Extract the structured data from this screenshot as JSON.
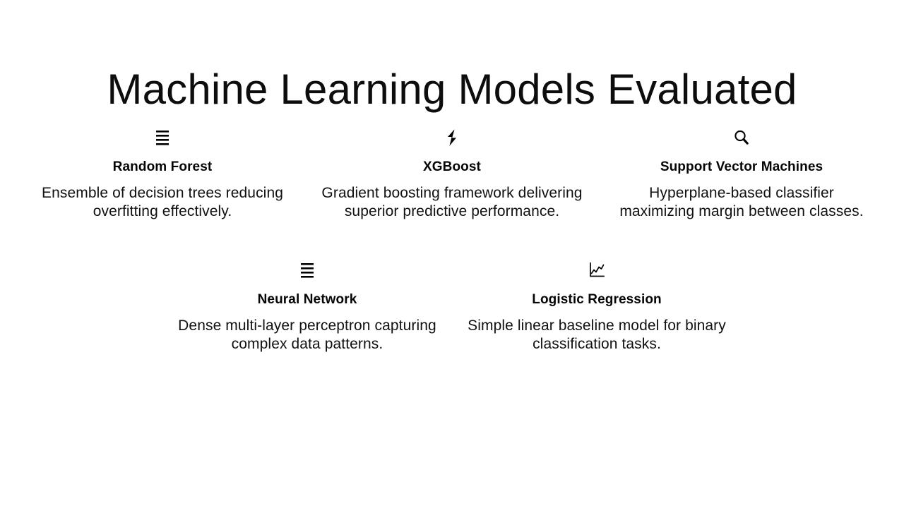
{
  "slide": {
    "title": "Machine Learning Models Evaluated",
    "background_color": "#ffffff",
    "text_color": "#111111"
  },
  "cards": [
    {
      "icon": "list-lines-icon",
      "title": "Random Forest",
      "description": "Ensemble of decision trees reducing overfitting effectively."
    },
    {
      "icon": "lightning-bolt-icon",
      "title": "XGBoost",
      "description": "Gradient boosting framework delivering superior predictive performance."
    },
    {
      "icon": "magnifying-glass-icon",
      "title": "Support Vector Machines",
      "description": "Hyperplane-based classifier maximizing margin between classes."
    },
    {
      "icon": "list-lines-icon",
      "title": "Neural Network",
      "description": "Dense multi-layer perceptron capturing complex data patterns."
    },
    {
      "icon": "line-chart-icon",
      "title": "Logistic Regression",
      "description": "Simple linear baseline model for binary classification tasks."
    }
  ]
}
